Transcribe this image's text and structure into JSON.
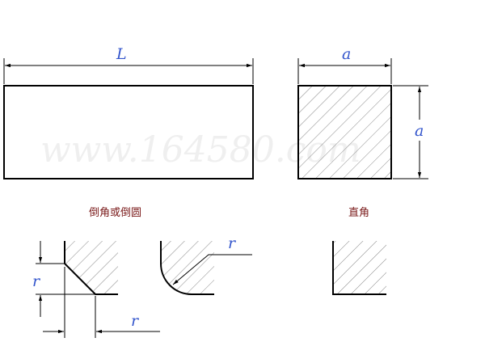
{
  "diagram": {
    "length_label": "L",
    "side_top_label": "a",
    "side_right_label": "a",
    "chamfer_label_vertical": "r",
    "chamfer_label_horizontal": "r",
    "round_label": "r",
    "caption_chamfer_round": "倒角或倒圆",
    "caption_right_angle": "直角",
    "watermark": "www.164580.com"
  },
  "colors": {
    "line": "#000000",
    "hatch": "#7a7a7a",
    "label": "#3355cc",
    "caption": "#7a1a1a",
    "watermark": "#efefef"
  }
}
